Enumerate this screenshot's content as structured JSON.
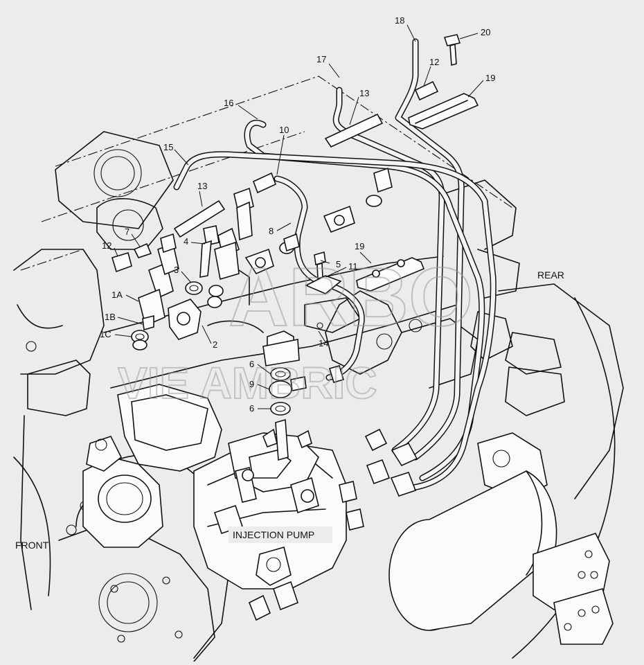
{
  "diagram": {
    "side_labels": {
      "front": "FRONT",
      "rear": "REAR"
    },
    "component_label": "INJECTION PUMP",
    "watermark": {
      "line1": "ARBO",
      "line2": "VIE AMBRIC"
    },
    "callouts": [
      "18",
      "20",
      "17",
      "12",
      "13",
      "19",
      "16",
      "10",
      "15",
      "13",
      "7",
      "4",
      "12",
      "8",
      "5",
      "19",
      "11",
      "3",
      "1A",
      "1B",
      "1C",
      "2",
      "14",
      "6",
      "9",
      "6"
    ]
  }
}
